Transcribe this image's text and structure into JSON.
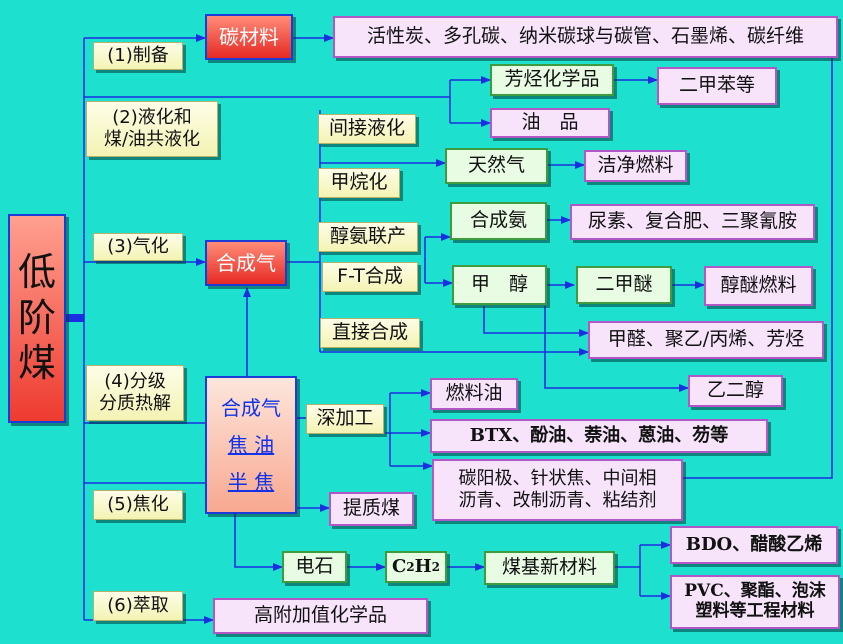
{
  "root": {
    "label": "低阶煤",
    "chars": [
      "低",
      "阶",
      "煤"
    ]
  },
  "routes": {
    "r1": "(1)制备",
    "r2": "(2)液化和\n煤/油共液化",
    "r3": "(3)气化",
    "r4": "(4)分级\n分质热解",
    "r5": "(5)焦化",
    "r6": "(6)萃取"
  },
  "nodes": {
    "carbon_material": "碳材料",
    "carbon_products": "活性炭、多孔碳、纳米碳球与碳管、石墨烯、碳纤维",
    "aromatic_chem": "芳烃化学品",
    "paraxylene": "二甲苯等",
    "oil_products": "油　品",
    "indirect_liq": "间接液化",
    "methanation": "甲烷化",
    "natural_gas": "天然气",
    "clean_fuel": "洁净燃料",
    "alcohol_ammonia": "醇氨联产",
    "syn_ammonia": "合成氨",
    "fertilizers": "尿素、复合肥、三聚氰胺",
    "syngas": "合成气",
    "ft_synthesis": "F-T合成",
    "methanol": "甲　醇",
    "dme": "二甲醚",
    "alcohol_ether_fuel": "醇醚燃料",
    "direct_synthesis": "直接合成",
    "formaldehyde": "甲醛、聚乙/丙烯、芳烃",
    "ethylene_glycol": "乙二醇",
    "pyro_products": {
      "syngas": "合成气",
      "tar": "焦 油",
      "semicoke": "半 焦"
    },
    "deep_processing": "深加工",
    "fuel_oil": "燃料油",
    "btx": "BTX、酚油、萘油、蒽油、芴等",
    "carbon_anode": "碳阳极、针状焦、中间相\n沥青、改制沥青、粘结剂",
    "upgraded_coal": "提质煤",
    "calcium_carbide": "电石",
    "acetylene": {
      "base": "C",
      "sub1": "2",
      "mid": "H",
      "sub2": "2"
    },
    "coal_new_material": "煤基新材料",
    "bdo": "BDO、醋酸乙烯",
    "pvc": "PVC、聚酯、泡沫\n塑料等工程材料",
    "high_value_chem": "高附加值化学品"
  },
  "colors": {
    "background": "#1de0cf",
    "connector": "#1a2fe0",
    "box_pink": "#f7e4fb",
    "box_green": "#e8fbe3",
    "box_red": "#e62a24"
  }
}
